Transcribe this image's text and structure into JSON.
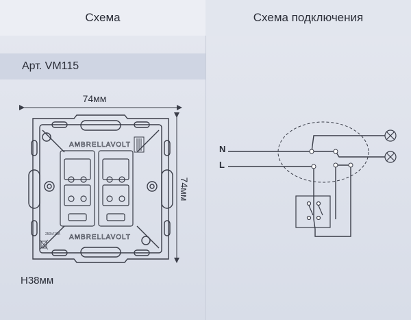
{
  "header": {
    "left_title": "Схема",
    "right_title": "Схема подключения"
  },
  "product": {
    "article": "Арт. VM115",
    "depth": "H38мм",
    "width_dim": "74мм",
    "height_dim": "74мм",
    "brand_text": "AMBRELLAVOLT",
    "rating_text": "250V/10A"
  },
  "wiring": {
    "line_n": "N",
    "line_l": "L"
  },
  "colors": {
    "drawing": "#3a3d48",
    "background": "#dde2ec"
  }
}
